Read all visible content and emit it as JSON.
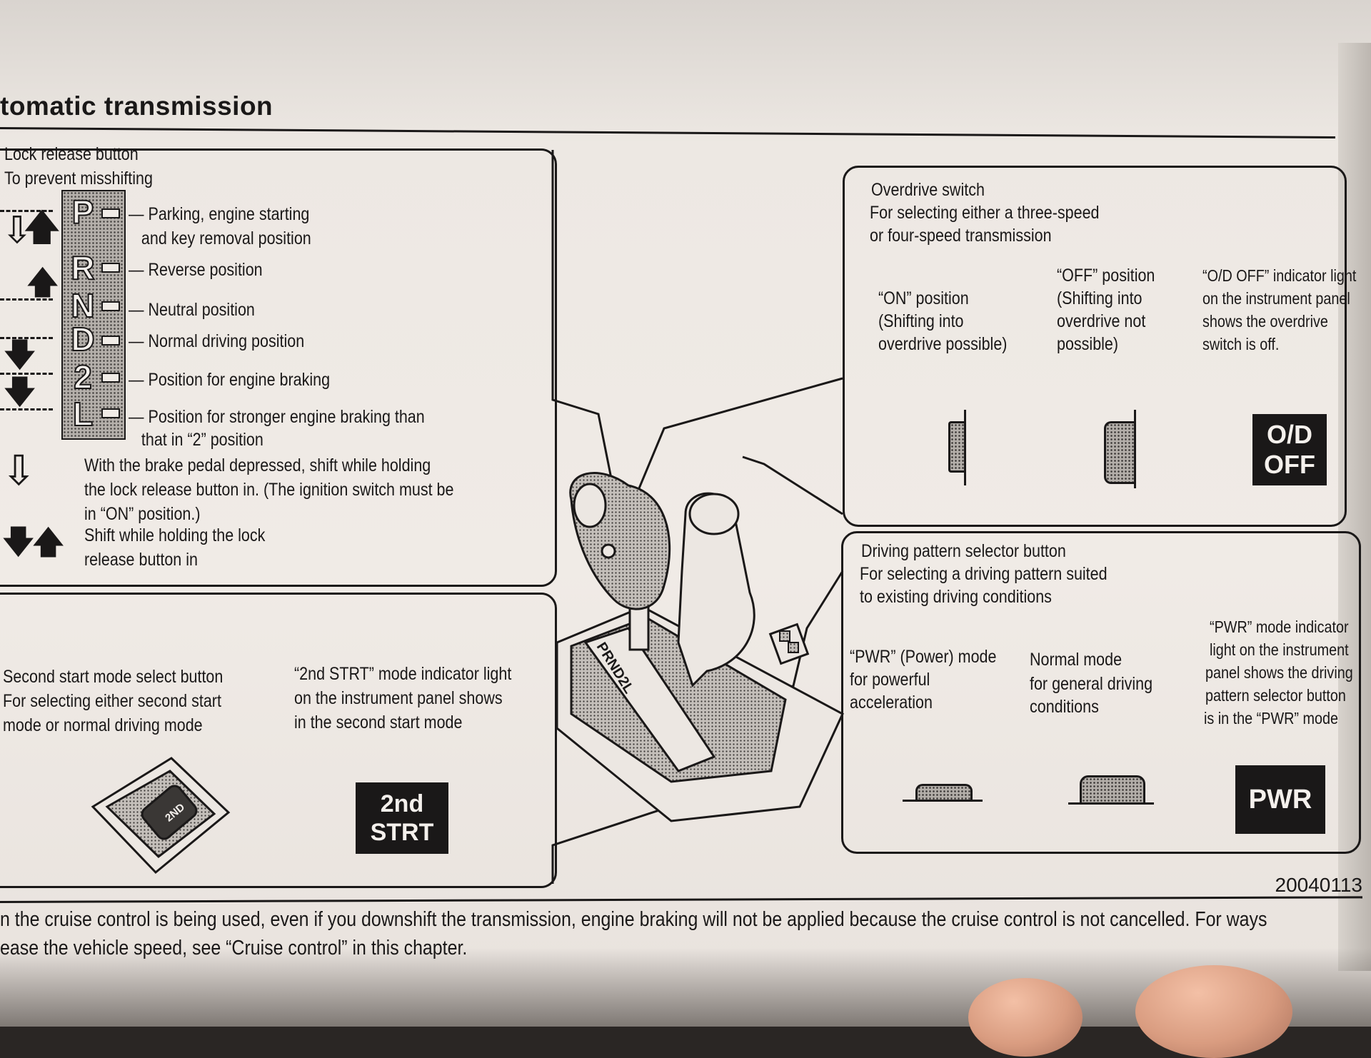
{
  "header": {
    "section_title": "tomatic transmission"
  },
  "left_panel": {
    "heading_1": "Lock release button",
    "heading_2": "To prevent misshifting",
    "gears": [
      {
        "letter": "P",
        "line_1": "— Parking, engine starting",
        "line_2": "   and key removal position"
      },
      {
        "letter": "R",
        "line_1": "— Reverse position",
        "line_2": ""
      },
      {
        "letter": "N",
        "line_1": "— Neutral position",
        "line_2": ""
      },
      {
        "letter": "D",
        "line_1": "— Normal driving position",
        "line_2": ""
      },
      {
        "letter": "2",
        "line_1": "— Position for engine braking",
        "line_2": ""
      },
      {
        "letter": "L",
        "line_1": "— Position for stronger engine braking than",
        "line_2": "   that in “2” position"
      }
    ],
    "note_1": [
      "With the brake pedal depressed, shift while holding",
      "the lock release button in. (The ignition switch must be",
      "in “ON” position.)"
    ],
    "note_2": [
      "Shift while holding the lock",
      "release button in"
    ]
  },
  "second_start": {
    "button_desc": [
      "Second start mode select button",
      "For selecting either second start",
      "mode or normal driving mode"
    ],
    "indicator_desc": [
      "“2nd STRT” mode indicator light",
      "on the instrument panel shows",
      "in the second start mode"
    ],
    "button_label": "2ND",
    "indicator_label": [
      "2nd",
      "STRT"
    ]
  },
  "overdrive": {
    "title": "Overdrive switch",
    "desc": [
      "For selecting either a three-speed",
      "or four-speed transmission"
    ],
    "on_position": [
      "“ON” position",
      "(Shifting into",
      "overdrive possible)"
    ],
    "off_position": [
      "“OFF” position",
      "(Shifting into",
      "overdrive not",
      "possible)"
    ],
    "indicator_desc": [
      "“O/D OFF” indicator light",
      "on the instrument panel",
      "shows the overdrive",
      "switch is off."
    ],
    "indicator_label": [
      "O/D",
      "OFF"
    ]
  },
  "driving_pattern": {
    "title": "Driving pattern selector button",
    "desc": [
      "For selecting a driving pattern suited",
      "to existing driving conditions"
    ],
    "pwr_mode": [
      "“PWR” (Power) mode",
      "for powerful",
      "acceleration"
    ],
    "normal_mode": [
      "Normal mode",
      "for general driving",
      "conditions"
    ],
    "indicator_desc": [
      "“PWR” mode indicator",
      "light on the instrument",
      "panel shows the driving",
      "pattern selector button",
      "is in the “PWR” mode"
    ],
    "indicator_label": "PWR"
  },
  "selector_illustration": {
    "gate_letters": "PRND2L"
  },
  "part_number": "20040113",
  "footer": {
    "line_1": "n the cruise control is being used, even if you downshift the transmission, engine braking will not be applied because the cruise control is not cancelled. For ways",
    "line_2": "ease the vehicle speed, see “Cruise control” in this chapter."
  },
  "colors": {
    "ink": "#1a1818",
    "paper": "#f0ebe6",
    "stipple": "#b3aea9"
  }
}
